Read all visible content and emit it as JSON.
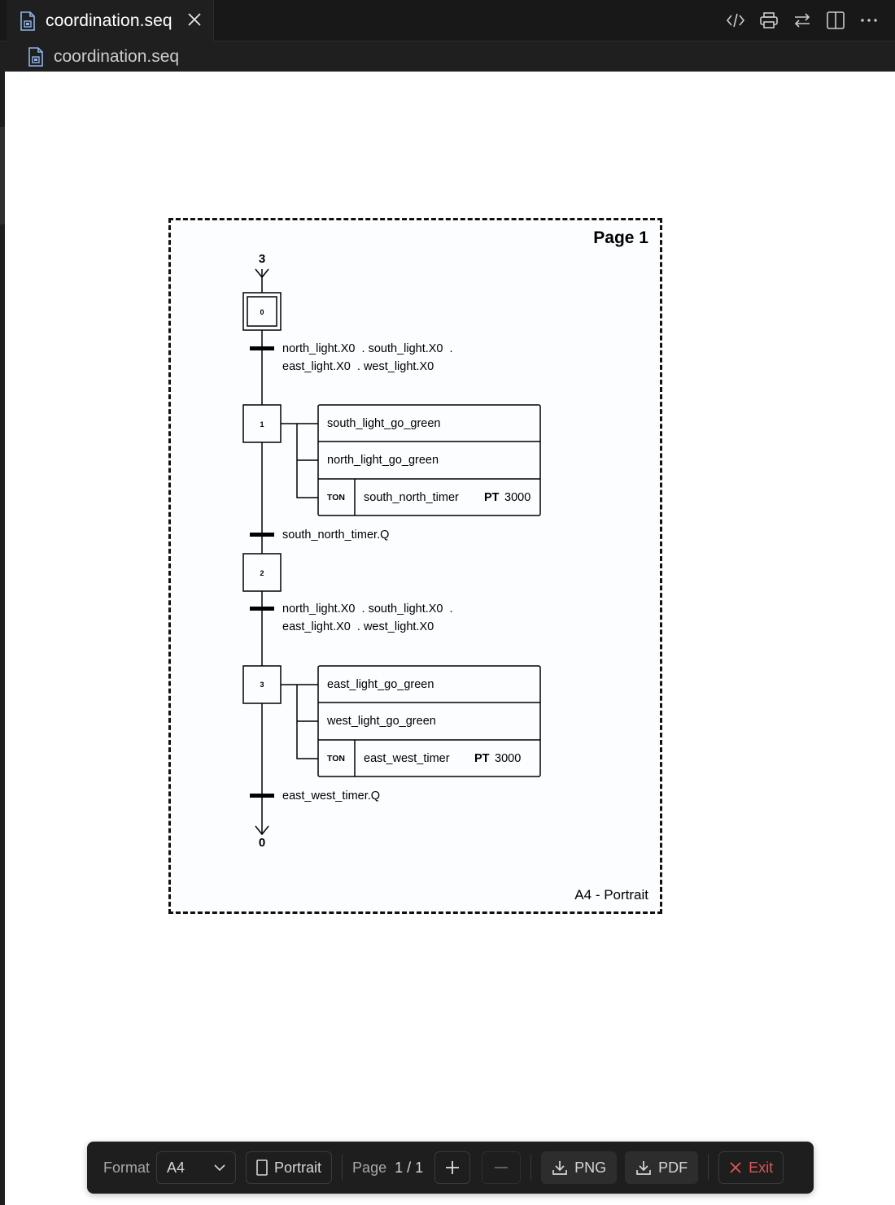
{
  "tab": {
    "title": "coordination.seq"
  },
  "breadcrumb": {
    "file": "coordination.seq"
  },
  "page": {
    "title": "Page 1",
    "format_label": "A4 - Portrait"
  },
  "grafcet": {
    "initial_link_label": "3",
    "final_link_label": "0",
    "steps": [
      {
        "id": "0",
        "initial": true
      },
      {
        "id": "1"
      },
      {
        "id": "2"
      },
      {
        "id": "3"
      }
    ],
    "transitions": [
      {
        "line1": "north_light.X0  . south_light.X0  .",
        "line2": "east_light.X0  . west_light.X0"
      },
      {
        "line1": "south_north_timer.Q"
      },
      {
        "line1": "north_light.X0  . south_light.X0  .",
        "line2": "east_light.X0  . west_light.X0"
      },
      {
        "line1": "east_west_timer.Q"
      }
    ],
    "action_blocks": [
      {
        "step": "1",
        "actions": [
          "south_light_go_green",
          "north_light_go_green"
        ],
        "timer": {
          "type": "TON",
          "name": "south_north_timer",
          "pt_keyword": "PT",
          "pt_value": "3000"
        }
      },
      {
        "step": "3",
        "actions": [
          "east_light_go_green",
          "west_light_go_green"
        ],
        "timer": {
          "type": "TON",
          "name": "east_west_timer",
          "pt_keyword": "PT",
          "pt_value": "3000"
        }
      }
    ]
  },
  "controls": {
    "format_label": "Format",
    "format_value": "A4",
    "orientation": "Portrait",
    "page_label": "Page",
    "page_value": "1 / 1",
    "png_label": "PNG",
    "pdf_label": "PDF",
    "exit_label": "Exit",
    "exit_color": "#e05555"
  }
}
